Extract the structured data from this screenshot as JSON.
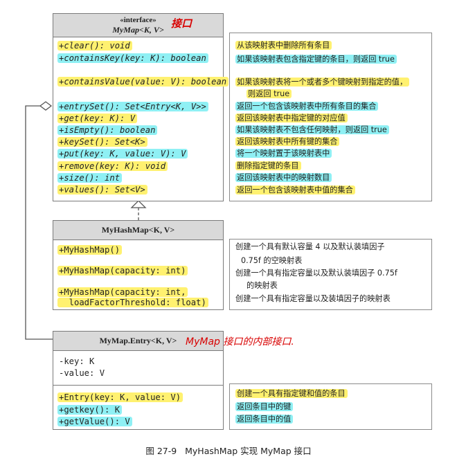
{
  "mymap": {
    "stereotype": "«interface»",
    "name": "MyMap<K, V>",
    "annotation": "接口",
    "methods": [
      {
        "text": "+clear(): void",
        "hl": "y"
      },
      {
        "text": "+containsKey(key: K): boolean",
        "hl": "c"
      },
      {
        "text": "+containsValue(value: V): boolean",
        "hl": "y"
      },
      {
        "text": "+entrySet(): Set<Entry<K, V>>",
        "hl": "c"
      },
      {
        "text": "+get(key: K): V",
        "hl": "y"
      },
      {
        "text": "+isEmpty(): boolean",
        "hl": "c"
      },
      {
        "text": "+keySet(): Set<K>",
        "hl": "y"
      },
      {
        "text": "+put(key: K, value: V): V",
        "hl": "c"
      },
      {
        "text": "+remove(key: K): void",
        "hl": "y"
      },
      {
        "text": "+size(): int",
        "hl": "c"
      },
      {
        "text": "+values(): Set<V>",
        "hl": "y"
      }
    ],
    "notes": [
      {
        "text": "从该映射表中删除所有条目",
        "hl": "y"
      },
      {
        "text": "如果该映射表包含指定键的条目，则返回 true",
        "hl": "c"
      },
      {
        "text": "如果该映射表将一个或者多个键映射到指定的值，",
        "hl": "y"
      },
      {
        "text": "则返回 true",
        "hl": "y"
      },
      {
        "text": "返回一个包含该映射表中所有条目的集合",
        "hl": "c"
      },
      {
        "text": "返回该映射表中指定键的对应值",
        "hl": "y"
      },
      {
        "text": "如果该映射表不包含任何映射，则返回 true",
        "hl": "c"
      },
      {
        "text": "返回该映射表中所有键的集合",
        "hl": "y"
      },
      {
        "text": "将一个映射置于该映射表中",
        "hl": "c"
      },
      {
        "text": "删除指定键的条目",
        "hl": "y"
      },
      {
        "text": "返回该映射表中的映射数目",
        "hl": "c"
      },
      {
        "text": "返回一个包含该映射表中值的集合",
        "hl": "y"
      }
    ]
  },
  "myhashmap": {
    "name": "MyHashMap<K, V>",
    "methods": [
      {
        "text": "+MyHashMap()",
        "hl": "y"
      },
      {
        "text": "+MyHashMap(capacity: int)",
        "hl": "y"
      },
      {
        "text": "+MyHashMap(capacity: int,",
        "hl": "y"
      },
      {
        "text": "  loadFactorThreshold: float)",
        "hl": "y"
      }
    ],
    "notes": [
      "创建一个具有默认容量 4 以及默认装填因子",
      "0.75f 的空映射表",
      "创建一个具有指定容量以及默认装填因子 0.75f",
      "的映射表",
      "创建一个具有指定容量以及装填因子的映射表"
    ]
  },
  "entry": {
    "name": "MyMap.Entry<K, V>",
    "annotation": "MyMap 接口的内部接口.",
    "fields": [
      "-key: K",
      "-value: V"
    ],
    "methods": [
      {
        "text": "+Entry(key: K, value: V)",
        "hl": "y"
      },
      {
        "text": "+getkey(): K",
        "hl": "c"
      },
      {
        "text": "+getValue(): V",
        "hl": "c"
      }
    ],
    "notes": [
      {
        "text": "创建一个具有指定键和值的条目",
        "hl": "y"
      },
      {
        "text": "返回条目中的键",
        "hl": "c"
      },
      {
        "text": "返回条目中的值",
        "hl": "c"
      }
    ]
  },
  "caption": "图 27-9   MyHashMap 实现 MyMap 接口",
  "colors": {
    "highlight_yellow": "#fff170",
    "highlight_cyan": "#8ff0f4",
    "handwriting": "#d80000"
  }
}
